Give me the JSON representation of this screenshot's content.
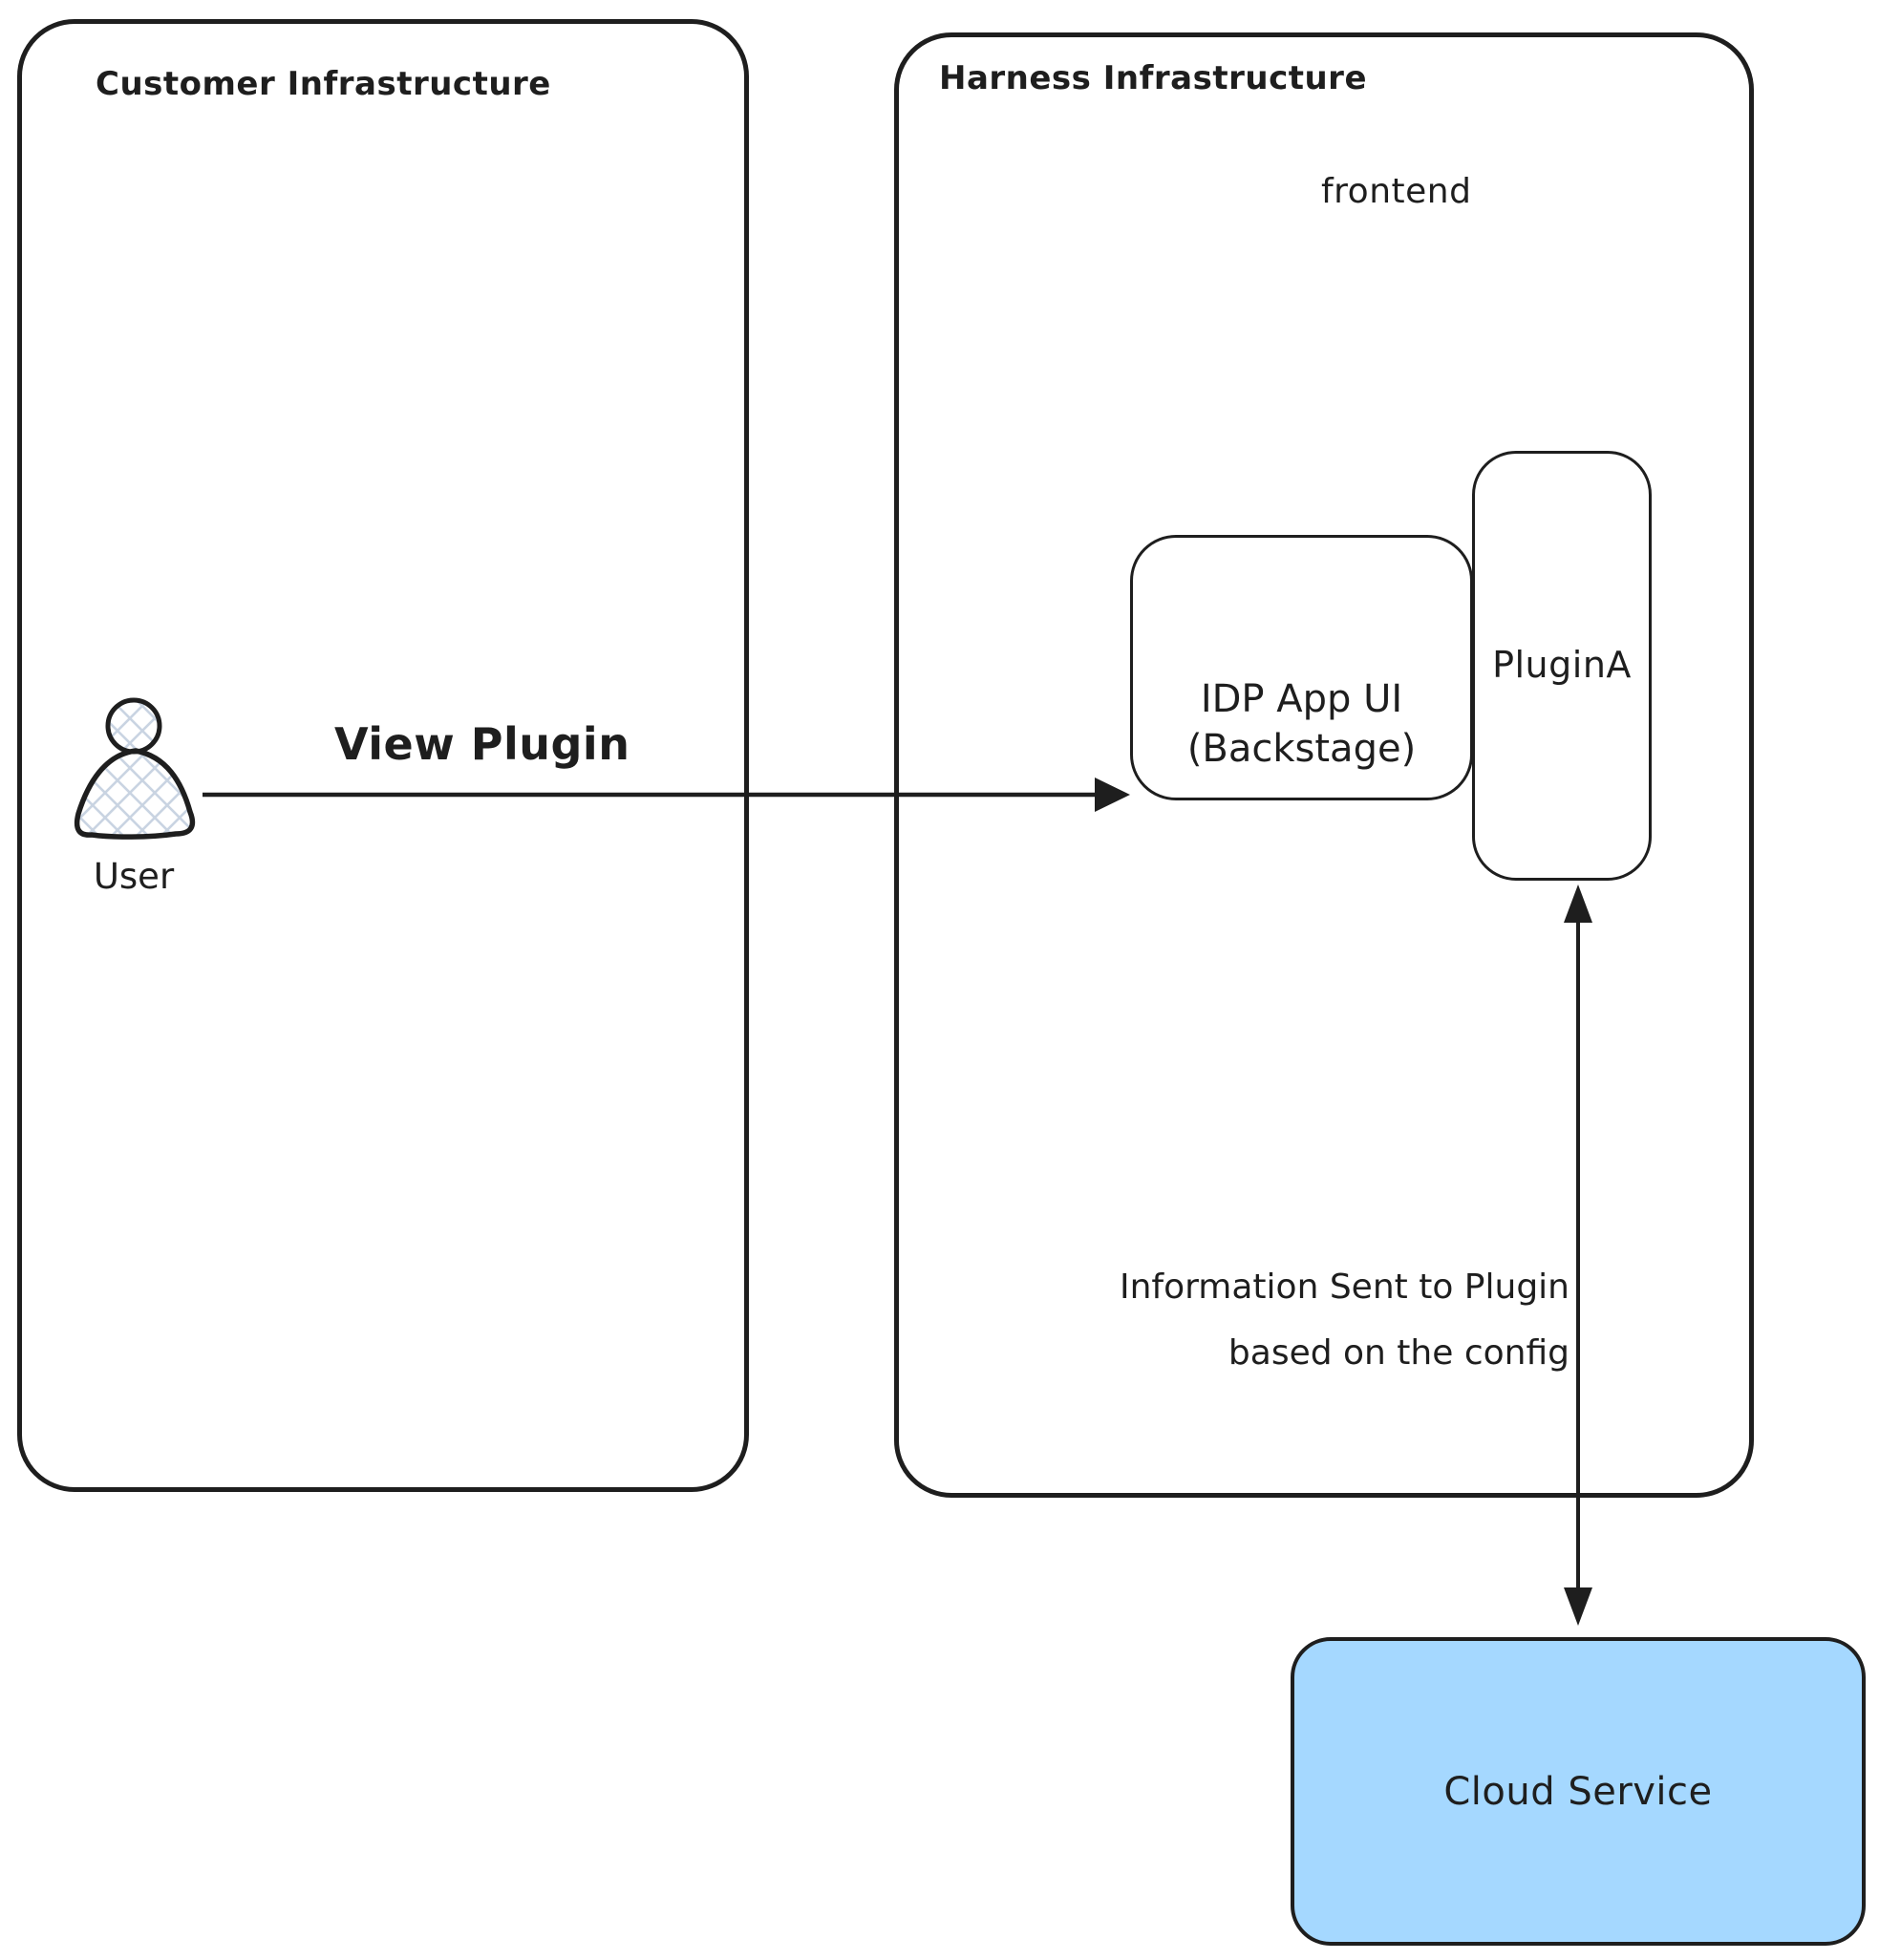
{
  "customer": {
    "title": "Customer Infrastructure"
  },
  "harness": {
    "title": "Harness Infrastructure",
    "frontend_label": "frontend"
  },
  "user": {
    "label": "User"
  },
  "idp": {
    "title_line1": "IDP App UI",
    "title_line2": "(Backstage)"
  },
  "plugin": {
    "label": "PluginA"
  },
  "cloud": {
    "label": "Cloud Service"
  },
  "arrows": {
    "view_plugin": {
      "label": "View Plugin"
    },
    "info_sent": {
      "label_line1": "Information Sent to Plugin",
      "label_line2": "based on the config"
    }
  },
  "colors": {
    "stroke": "#1e1e1e",
    "cloud_fill": "#a5d8ff",
    "hatch_fill": "#c9d4e2",
    "background": "#ffffff"
  }
}
